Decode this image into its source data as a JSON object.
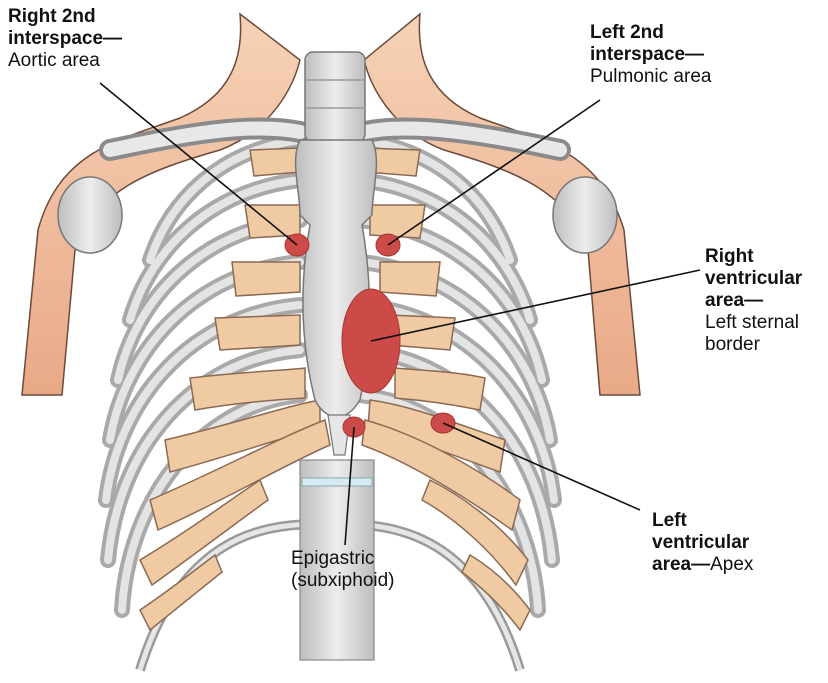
{
  "labels": {
    "aortic": {
      "bold_lines": [
        "Right 2nd",
        "interspace—"
      ],
      "normal": "Aortic area"
    },
    "pulmonic": {
      "bold_lines": [
        "Left 2nd",
        "interspace—"
      ],
      "normal": "Pulmonic area"
    },
    "right_ventricular": {
      "bold_lines": [
        "Right",
        "ventricular",
        "area—"
      ],
      "normal_lines": [
        "Left sternal",
        "border"
      ]
    },
    "left_ventricular": {
      "bold_lines": [
        "Left",
        "ventricular",
        "area—"
      ],
      "normal": "Apex"
    },
    "epigastric": {
      "lines": [
        "Epigastric",
        "(subxiphoid)"
      ]
    }
  },
  "colors": {
    "auscultation_marker": "#cc4a48",
    "skin": "#f3c5a4",
    "rib_cartilage": "#efcaa3",
    "bone": "#dcdcdc",
    "outline": "#555555"
  }
}
